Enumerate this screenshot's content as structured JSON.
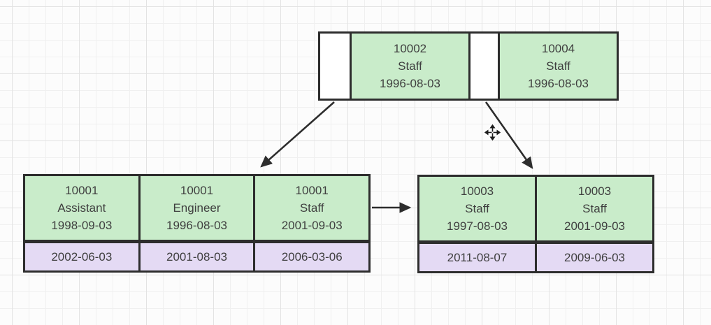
{
  "colors": {
    "canvas_bg": "#fcfcfc",
    "grid_minor": "#f0f0f0",
    "grid_major": "#e3e3e3",
    "key_fill": "#c9ecca",
    "value_fill": "#e4daf4",
    "border": "#2d2d2d",
    "arrow": "#2d2d2d",
    "text": "#3f3f3f"
  },
  "icons": {
    "move_cursor": "move-cursor-four-arrows"
  },
  "index_tree": {
    "root": {
      "entries": [
        {
          "id": "10002",
          "title": "Staff",
          "from_date": "1996-08-03"
        },
        {
          "id": "10004",
          "title": "Staff",
          "from_date": "1996-08-03"
        }
      ]
    },
    "leaves": [
      {
        "records": [
          {
            "id": "10001",
            "title": "Assistant",
            "from_date": "1998-09-03",
            "to_date": "2002-06-03"
          },
          {
            "id": "10001",
            "title": "Engineer",
            "from_date": "1996-08-03",
            "to_date": "2001-08-03"
          },
          {
            "id": "10001",
            "title": "Staff",
            "from_date": "2001-09-03",
            "to_date": "2006-03-06"
          }
        ]
      },
      {
        "records": [
          {
            "id": "10003",
            "title": "Staff",
            "from_date": "1997-08-03",
            "to_date": "2011-08-07"
          },
          {
            "id": "10003",
            "title": "Staff",
            "from_date": "2001-09-03",
            "to_date": "2009-06-03"
          }
        ]
      }
    ]
  }
}
